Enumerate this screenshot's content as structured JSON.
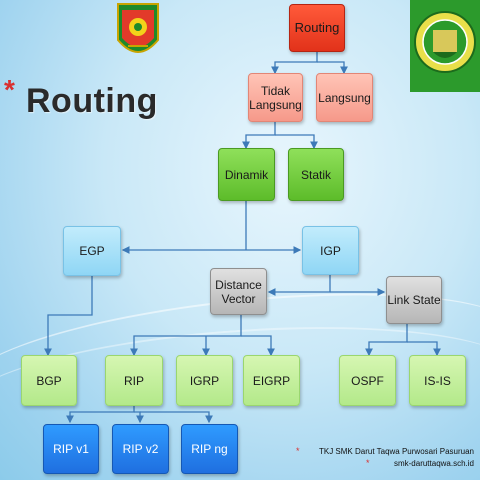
{
  "title": "Routing",
  "nodes": {
    "routing": "Routing",
    "tidak_langsung": "Tidak Langsung",
    "langsung": "Langsung",
    "dinamik": "Dinamik",
    "statik": "Statik",
    "egp": "EGP",
    "igp": "IGP",
    "distance_vector": "Distance Vector",
    "link_state": "Link State",
    "bgp": "BGP",
    "rip": "RIP",
    "igrp": "IGRP",
    "eigrp": "EIGRP",
    "ospf": "OSPF",
    "is_is": "IS-IS",
    "rip_v1": "RIP v1",
    "rip_v2": "RIP v2",
    "rip_ng": "RIP ng"
  },
  "footer": {
    "line1": "TKJ SMK Darut Taqwa Purwosari Pasuruan",
    "line2": "smk-daruttaqwa.sch.id"
  },
  "colors": {
    "root": "#e2321a",
    "level1": "#f6998a",
    "level2": "#5dbc2a",
    "protocol_class": "#8fd6f5",
    "algorithm": "#b6b6b6",
    "protocol": "#b3e98a",
    "version": "#1f6fe0",
    "bullet": "#d93030"
  }
}
